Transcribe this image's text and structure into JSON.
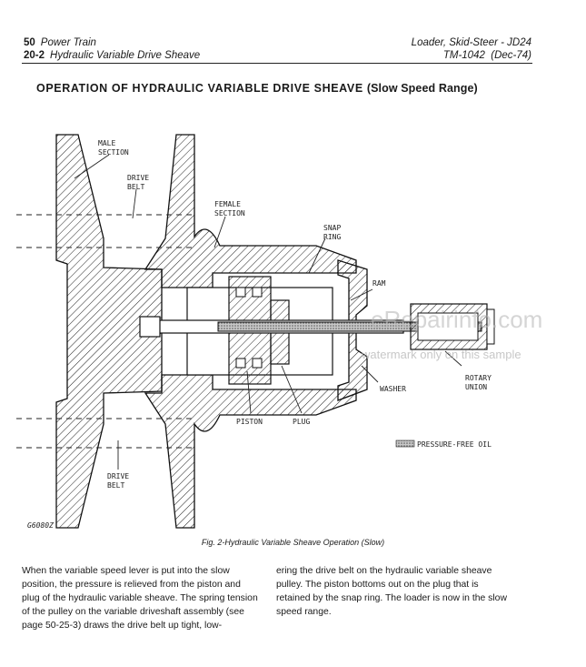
{
  "header": {
    "page_number": "50",
    "section_number": "20-2",
    "chapter": "Power Train",
    "section": "Hydraulic Variable Drive Sheave",
    "machine": "Loader, Skid-Steer - JD24",
    "manual": "TM-1042",
    "edition": "(Dec-74)"
  },
  "title": {
    "main": "OPERATION OF HYDRAULIC VARIABLE DRIVE SHEAVE",
    "sub": "(Slow Speed Range)"
  },
  "figure": {
    "labels": {
      "male_section": [
        "MALE",
        "SECTION"
      ],
      "drive_belt_top": [
        "DRIVE",
        "BELT"
      ],
      "female_section": [
        "FEMALE",
        "SECTION"
      ],
      "snap_ring": [
        "SNAP",
        "RING"
      ],
      "ram": "RAM",
      "rotary_union": [
        "ROTARY",
        "UNION"
      ],
      "washer": "WASHER",
      "piston": "PISTON",
      "plug": "PLUG",
      "drive_belt_bottom": [
        "DRIVE",
        "BELT"
      ],
      "pressure_free_oil": "PRESSURE-FREE OIL",
      "figure_code": "G6080Z"
    },
    "watermark": {
      "site": "eRepairinfo.com",
      "note": "watermark only on this sample"
    },
    "caption": "Fig. 2-Hydraulic Variable Sheave Operation (Slow)"
  },
  "body": {
    "col1": "When the variable speed lever is put into the slow position, the pressure is relieved from the piston and plug of the hydraulic variable sheave. The spring tension of the pulley on the variable driveshaft assembly (see page 50-25-3) draws the drive belt up tight, low-",
    "col2": "ering the drive belt on the hydraulic variable sheave pulley. The piston bottoms out on the plug that is retained by the snap ring. The loader is now in the slow speed range."
  },
  "colors": {
    "ink": "#1a1a1a",
    "paper": "#ffffff",
    "watermark": "#b9b9b9"
  }
}
